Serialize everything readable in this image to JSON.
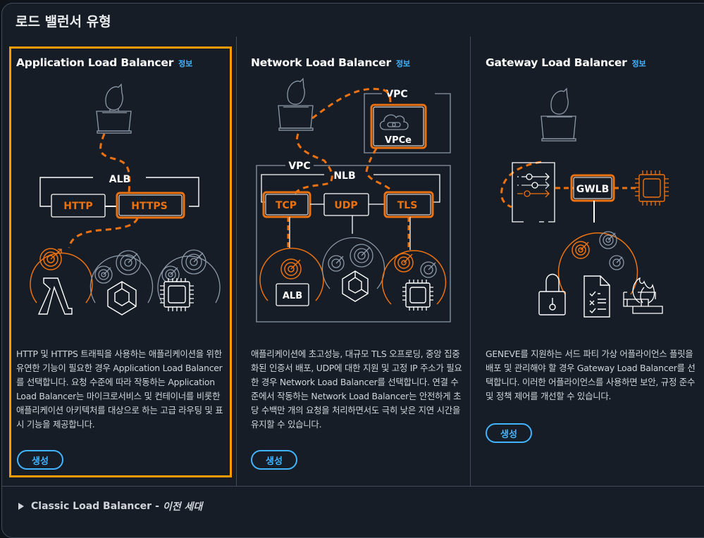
{
  "panel": {
    "title": "로드 밸런서 유형"
  },
  "colors": {
    "accent_orange": "#ff9900",
    "diagram_orange": "#ec7211",
    "link_blue": "#42b4ff",
    "background": "#161d26",
    "border": "#414d5c",
    "text": "#d1d5db"
  },
  "cards": [
    {
      "title": "Application Load Balancer",
      "info_label": "정보",
      "selected": true,
      "diagram": {
        "group_label": "ALB",
        "listeners": [
          "HTTP",
          "HTTPS"
        ],
        "targets": [
          "lambda",
          "container",
          "instance"
        ]
      },
      "description": "HTTP 및 HTTPS 트래픽을 사용하는 애플리케이션을 위한 유연한 기능이 필요한 경우 Application Load Balancer를 선택합니다. 요청 수준에 따라 작동하는 Application Load Balancer는 마이크로서비스 및 컨테이너를 비롯한 애플리케이션 아키텍처를 대상으로 하는 고급 라우팅 및 표시 기능을 제공합니다.",
      "create_label": "생성"
    },
    {
      "title": "Network Load Balancer",
      "info_label": "정보",
      "selected": false,
      "diagram": {
        "outer_vpc_label": "VPC",
        "endpoint_label": "VPCe",
        "vpc_label": "VPC",
        "group_label": "NLB",
        "listeners": [
          "TCP",
          "UDP",
          "TLS"
        ],
        "alb_target_label": "ALB",
        "targets": [
          "alb",
          "container",
          "instance"
        ]
      },
      "description": "애플리케이션에 초고성능, 대규모 TLS 오프로딩, 중앙 집중화된 인증서 배포, UDP에 대한 지원 및 고정 IP 주소가 필요한 경우 Network Load Balancer를 선택합니다. 연결 수준에서 작동하는 Network Load Balancer는 안전하게 초당 수백만 개의 요청을 처리하면서도 극히 낮은 지연 시간을 유지할 수 있습니다.",
      "create_label": "생성"
    },
    {
      "title": "Gateway Load Balancer",
      "info_label": "정보",
      "selected": false,
      "diagram": {
        "group_label": "GWLB",
        "appliances": [
          "lock",
          "checklist",
          "firewall"
        ]
      },
      "description": "GENEVE를 지원하는 서드 파티 가상 어플라이언스 플릿을 배포 및 관리해야 할 경우 Gateway Load Balancer를 선택합니다. 이러한 어플라이언스를 사용하면 보안, 규정 준수 및 정책 제어를 개선할 수 있습니다.",
      "create_label": "생성"
    }
  ],
  "classic": {
    "name": "Classic Load Balancer",
    "separator": "-",
    "generation": "이전 세대",
    "expanded": false
  }
}
